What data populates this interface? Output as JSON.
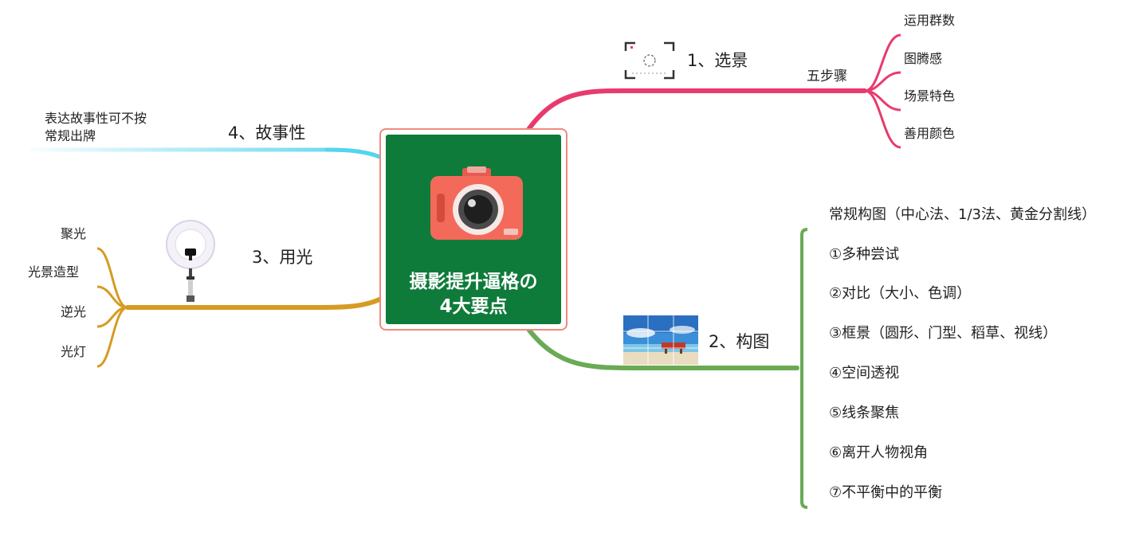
{
  "center": {
    "title": "摄影提升逼格の\n4大要点"
  },
  "colors": {
    "center_bg": "#0f7b3a",
    "center_border": "#ee8b7d",
    "branch_select": "#e83a6d",
    "branch_composition": "#6aaa55",
    "branch_light": "#d69b22",
    "branch_story": "#55d4ee"
  },
  "icons": {
    "center": "camera-icon",
    "select": "viewfinder-icon",
    "composition": "beach-photo-grid-icon",
    "light": "ring-light-icon"
  },
  "branches": {
    "select": {
      "label": "1、选景",
      "sub_label": "五步骤",
      "leaves": [
        "运用群数",
        "图腾感",
        "场景特色",
        "善用颜色"
      ]
    },
    "composition": {
      "label": "2、构图",
      "items": [
        "常规构图（中心法、1/3法、黄金分割线）",
        "①多种尝试",
        "②对比（大小、色调）",
        "③框景（圆形、门型、稻草、视线）",
        "④空间透视",
        "⑤线条聚焦",
        "⑥离开人物视角",
        "⑦不平衡中的平衡"
      ]
    },
    "light": {
      "label": "3、用光",
      "leaves": [
        "聚光",
        "光景造型",
        "逆光",
        "光灯"
      ]
    },
    "story": {
      "label": "4、故事性",
      "note": "表达故事性可不按\n常规出牌"
    }
  }
}
